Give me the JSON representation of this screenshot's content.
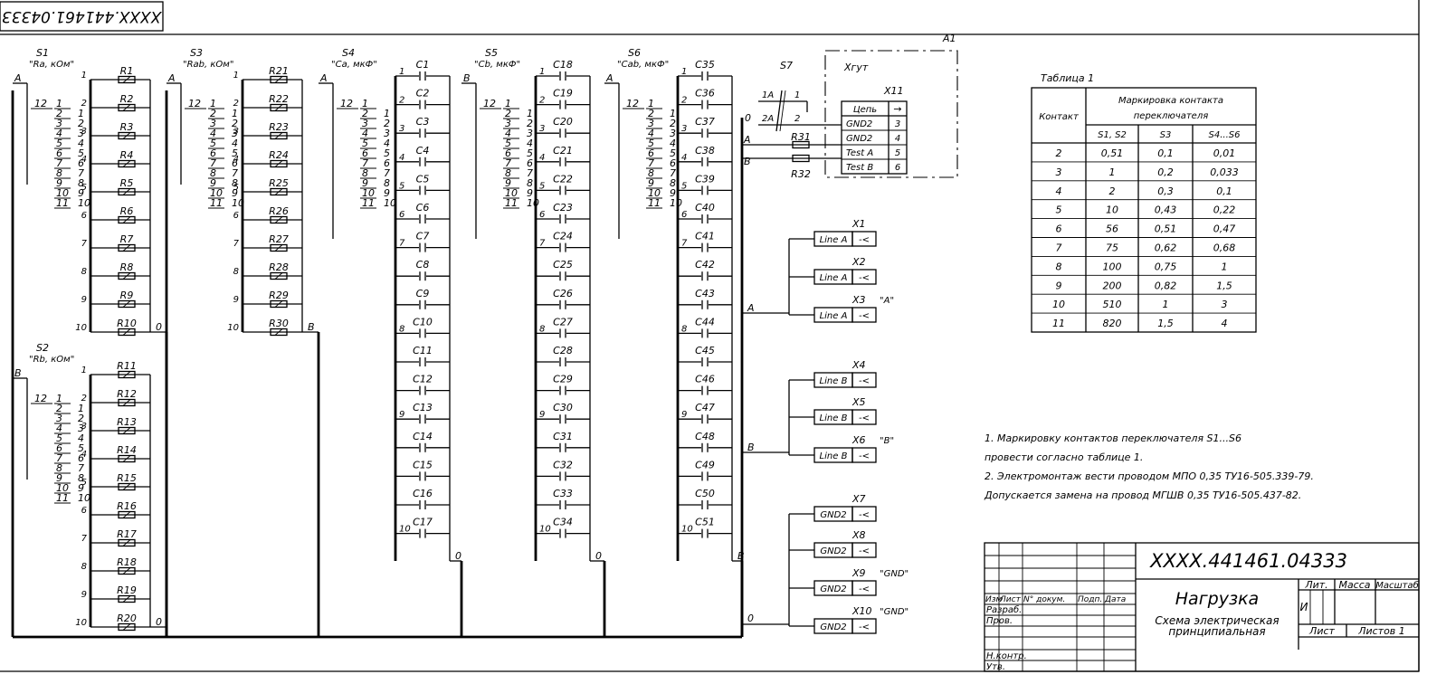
{
  "sheet": {
    "top_stamp": "XXXX.441461.04333",
    "decimal_number": "XXXX.441461.04333",
    "title": "Нагрузка",
    "subtitle_1": "Схема электрическая",
    "subtitle_2": "принципиальная",
    "stamp_headers": {
      "lit": "Лит.",
      "mass": "Масса",
      "scale": "Масштаб"
    },
    "stamp_lit_value": "И",
    "stamp_sheet": "Лист",
    "stamp_sheets": "Листов 1",
    "stamp_cols": [
      "Изм",
      "Лист",
      "N° докум.",
      "Подп.",
      "Дата"
    ],
    "stamp_roles": [
      "Разраб.",
      "Пров.",
      "Н.контр.",
      "Утв."
    ]
  },
  "switches": [
    {
      "ref": "S1",
      "desc": "\"Ra, кОм\"",
      "phase": "A",
      "common": "0",
      "parts": [
        "R1",
        "R2",
        "R3",
        "R4",
        "R5",
        "R6",
        "R7",
        "R8",
        "R9",
        "R10"
      ]
    },
    {
      "ref": "S2",
      "desc": "\"Rb, кОм\"",
      "phase": "B",
      "common": "0",
      "parts": [
        "R11",
        "R12",
        "R13",
        "R14",
        "R15",
        "R16",
        "R17",
        "R18",
        "R19",
        "R20"
      ]
    },
    {
      "ref": "S3",
      "desc": "\"Rab, кОм\"",
      "phase": "A",
      "common": "B",
      "parts": [
        "R21",
        "R22",
        "R23",
        "R24",
        "R25",
        "R26",
        "R27",
        "R28",
        "R29",
        "R30"
      ]
    },
    {
      "ref": "S4",
      "desc": "\"Ca, мкФ\"",
      "phase": "A",
      "common": "0",
      "parts": [
        "C1",
        "C2",
        "C3",
        "C4",
        "C5",
        "C6",
        "C7",
        "C8",
        "C9",
        "C10",
        "C11",
        "C12",
        "C13",
        "C14",
        "C15",
        "C16",
        "C17"
      ]
    },
    {
      "ref": "S5",
      "desc": "\"Cb, мкФ\"",
      "phase": "B",
      "common": "0",
      "parts": [
        "C18",
        "C19",
        "C20",
        "C21",
        "C22",
        "C23",
        "C24",
        "C25",
        "C26",
        "C27",
        "C28",
        "C29",
        "C30",
        "C31",
        "C32",
        "C33",
        "C34"
      ]
    },
    {
      "ref": "S6",
      "desc": "\"Cab, мкФ\"",
      "phase": "A",
      "common": "B",
      "parts": [
        "C35",
        "C36",
        "C37",
        "C38",
        "C39",
        "C40",
        "C41",
        "C42",
        "C43",
        "C44",
        "C45",
        "C46",
        "C47",
        "C48",
        "C49",
        "C50",
        "C51"
      ]
    }
  ],
  "switch_pin_pairs": [
    [
      "1",
      ""
    ],
    [
      "2",
      "1"
    ],
    [
      "3",
      "2"
    ],
    [
      "4",
      "3"
    ],
    [
      "5",
      "4"
    ],
    [
      "6",
      "5"
    ],
    [
      "7",
      "6"
    ],
    [
      "8",
      "7"
    ],
    [
      "9",
      "8"
    ],
    [
      "10",
      "9"
    ],
    [
      "11",
      "10"
    ]
  ],
  "switch_first_label": "12",
  "branch_numbers_r": [
    "1",
    "2",
    "3",
    "4",
    "5",
    "6",
    "7",
    "8",
    "9",
    "10"
  ],
  "branch_numbers_c": [
    "1",
    "2",
    "3",
    "4",
    "5",
    "6",
    "7",
    "8",
    "9",
    "10"
  ],
  "s7": {
    "ref": "S7",
    "contacts": [
      "1A",
      "2A",
      "1",
      "2"
    ],
    "common": "0"
  },
  "a1": {
    "ref": "A1",
    "harness": "Xгут",
    "connector": "X11",
    "header": "Цепь",
    "arrow": "→",
    "rows": [
      {
        "name": "GND2",
        "pin": "3"
      },
      {
        "name": "GND2",
        "pin": "4"
      },
      {
        "name": "Test A",
        "pin": "5"
      },
      {
        "name": "Test B",
        "pin": "6"
      }
    ]
  },
  "resistors_test": [
    {
      "ref": "R31",
      "net": "A"
    },
    {
      "ref": "R32",
      "net": "B"
    }
  ],
  "connectors": [
    {
      "ref": "X1",
      "label": "Line A",
      "note": ""
    },
    {
      "ref": "X2",
      "label": "Line A",
      "note": ""
    },
    {
      "ref": "X3",
      "label": "Line A",
      "note": "\"A\""
    },
    {
      "ref": "X4",
      "label": "Line B",
      "note": ""
    },
    {
      "ref": "X5",
      "label": "Line B",
      "note": ""
    },
    {
      "ref": "X6",
      "label": "Line B",
      "note": "\"B\""
    },
    {
      "ref": "X7",
      "label": "GND2",
      "note": ""
    },
    {
      "ref": "X8",
      "label": "GND2",
      "note": ""
    },
    {
      "ref": "X9",
      "label": "GND2",
      "note": "\"GND\""
    },
    {
      "ref": "X10",
      "label": "GND2",
      "note": "\"GND\""
    }
  ],
  "connector_group_nets": [
    "A",
    "B",
    "0"
  ],
  "connector_symbol": "-<",
  "table1": {
    "caption": "Таблица 1",
    "header_contact": "Контакт",
    "header_group_1": "Маркировка контакта",
    "header_group_2": "переключателя",
    "subheaders": [
      "S1, S2",
      "S3",
      "S4...S6"
    ],
    "rows": [
      [
        "2",
        "0,51",
        "0,1",
        "0,01"
      ],
      [
        "3",
        "1",
        "0,2",
        "0,033"
      ],
      [
        "4",
        "2",
        "0,3",
        "0,1"
      ],
      [
        "5",
        "10",
        "0,43",
        "0,22"
      ],
      [
        "6",
        "56",
        "0,51",
        "0,47"
      ],
      [
        "7",
        "75",
        "0,62",
        "0,68"
      ],
      [
        "8",
        "100",
        "0,75",
        "1"
      ],
      [
        "9",
        "200",
        "0,82",
        "1,5"
      ],
      [
        "10",
        "510",
        "1",
        "3"
      ],
      [
        "11",
        "820",
        "1,5",
        "4"
      ]
    ]
  },
  "notes": [
    "1. Маркировку контактов переключателя S1...S6",
    "провести согласно таблице 1.",
    "2. Электромонтаж вести проводом МПО 0,35 ТУ16-505.339-79.",
    "Допускается замена на провод МГШВ 0,35 ТУ16-505.437-82."
  ]
}
